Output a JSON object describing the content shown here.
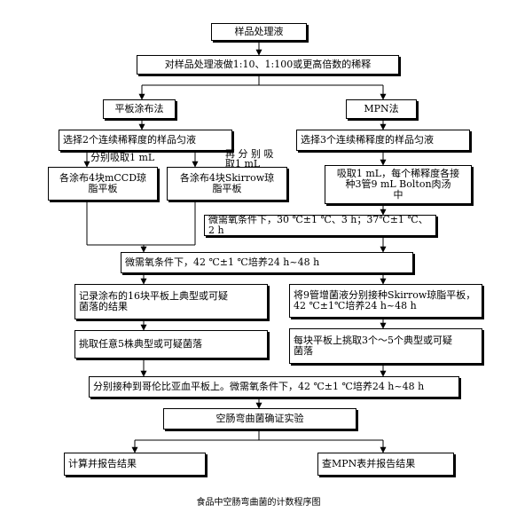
{
  "steps": {
    "sample_liquid": "样品处理液",
    "dilution": "对样品处理液做1:10、1:100或更高倍数的稀释",
    "plate_method": "平板涂布法",
    "mpn_method": "MPN法",
    "plate_select": "选择2个连续稀释度的样品匀液",
    "plate_absorb_1": "分别吸取1 mL",
    "plate_absorb_2": "再 分 别 吸\n取1 mL",
    "plate_mccd": "各涂布4块mCCD琼\n脂平板",
    "plate_skirrow": "各涂布4块Skirrow琼\n脂平板",
    "mpn_select": "选择3个连续稀释度的样品匀液",
    "mpn_absorb": "吸取1 mL，每个稀释度各接\n种3管9 mL Bolton肉汤\n中",
    "mpn_incubate": "微需氧条件下，30 ℃±1 ℃、3 h；37℃±1 ℃、2 h",
    "plate_incubate": "微需氧条件下，42 ℃±1 ℃培养24 h~48 h",
    "plate_record": "记录涂布的16块平板上典型或可疑\n菌落的结果",
    "mpn_transfer": "将9管增菌液分别接种Skirrow琼脂平板，\n42 ℃±1℃培养24 h~48 h",
    "plate_pick": "挑取任意5株典型或可疑菌落",
    "mpn_pick": "每块平板上挑取3个～5个典型或可疑\n菌落",
    "columbia": "分别接种到哥伦比亚血平板上。微需氧条件下，42 ℃±1 ℃培养24 h~48 h",
    "confirm": "空肠弯曲菌确证实验",
    "calc": "计算并报告结果",
    "mpn_table": "查MPN表并报告结果"
  },
  "caption": "食品中空肠弯曲菌的计数程序图"
}
